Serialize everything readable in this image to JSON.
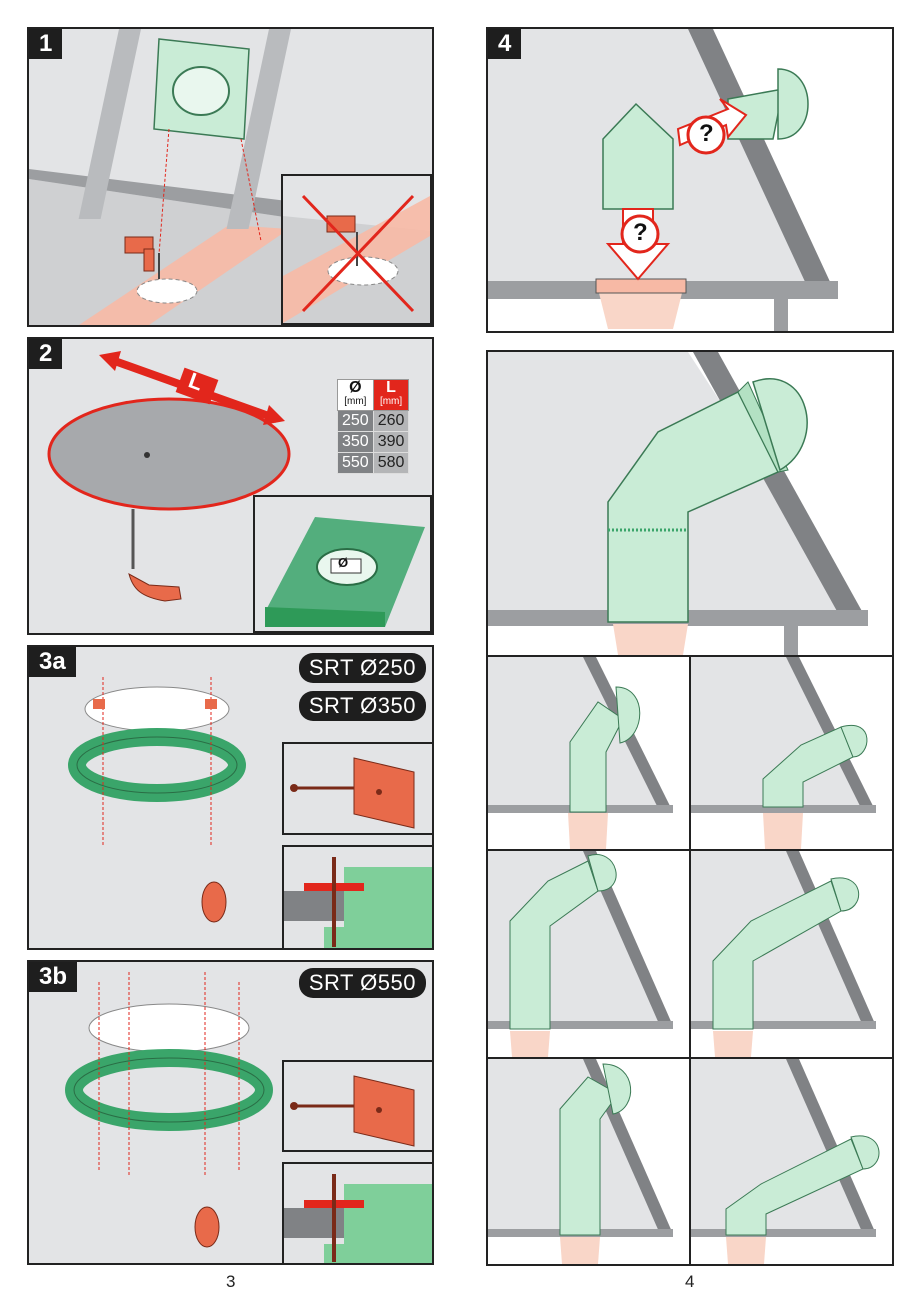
{
  "steps": {
    "s1": "1",
    "s2": "2",
    "s3a": "3a",
    "s3b": "3b",
    "s4": "4"
  },
  "question_mark": "?",
  "dimension_table": {
    "col_d_label": "Ø",
    "col_d_unit": "[mm]",
    "col_l_label": "L",
    "col_l_unit": "[mm]",
    "rows": [
      {
        "d": "250",
        "l": "260"
      },
      {
        "d": "350",
        "l": "390"
      },
      {
        "d": "550",
        "l": "580"
      }
    ]
  },
  "length_symbol": "L",
  "diameter_symbol": "Ø",
  "models": {
    "m250": "SRT Ø250",
    "m350": "SRT Ø350",
    "m550": "SRT Ø550"
  },
  "page_numbers": {
    "left": "3",
    "right": "4"
  },
  "colors": {
    "red": "#e2261c",
    "salmon": "#f7b9a5",
    "tube_green": "#c9ecd6",
    "green": "#3aa56a",
    "grey_panel": "#e3e4e6",
    "dark_grey": "#808285"
  }
}
